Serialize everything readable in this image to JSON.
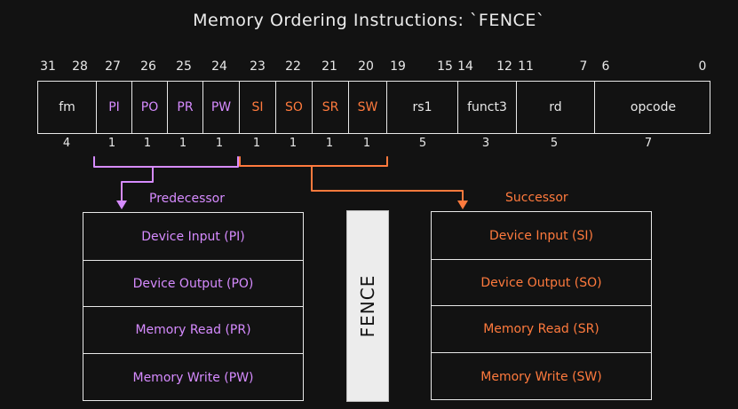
{
  "title": "Memory Ordering Instructions: `FENCE`",
  "colors": {
    "predecessor": "#d68bff",
    "successor": "#ff7a3d",
    "foreground": "#e8e8e8",
    "background": "#121212"
  },
  "bit_numbers": [
    "31",
    "28",
    "27",
    "26",
    "25",
    "24",
    "23",
    "22",
    "21",
    "20",
    "19",
    "15",
    "14",
    "12",
    "11",
    "7",
    "6",
    "0"
  ],
  "fields": [
    {
      "name": "fm",
      "width": "4"
    },
    {
      "name": "PI",
      "width": "1"
    },
    {
      "name": "PO",
      "width": "1"
    },
    {
      "name": "PR",
      "width": "1"
    },
    {
      "name": "PW",
      "width": "1"
    },
    {
      "name": "SI",
      "width": "1"
    },
    {
      "name": "SO",
      "width": "1"
    },
    {
      "name": "SR",
      "width": "1"
    },
    {
      "name": "SW",
      "width": "1"
    },
    {
      "name": "rs1",
      "width": "5"
    },
    {
      "name": "funct3",
      "width": "3"
    },
    {
      "name": "rd",
      "width": "5"
    },
    {
      "name": "opcode",
      "width": "7"
    }
  ],
  "predecessor": {
    "label": "Predecessor",
    "items": [
      "Device Input (PI)",
      "Device Output (PO)",
      "Memory Read (PR)",
      "Memory Write (PW)"
    ]
  },
  "successor": {
    "label": "Successor",
    "items": [
      "Device Input (SI)",
      "Device Output (SO)",
      "Memory Read (SR)",
      "Memory Write (SW)"
    ]
  },
  "fence_label": "FENCE"
}
